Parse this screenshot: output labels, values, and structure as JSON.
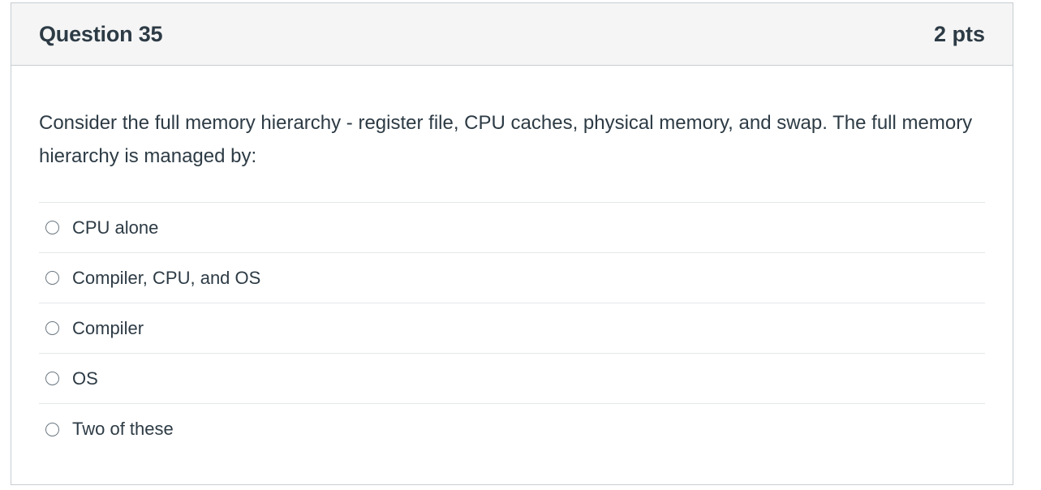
{
  "question": {
    "title": "Question 35",
    "points": "2 pts",
    "text": "Consider the full memory hierarchy - register file, CPU caches, physical memory, and swap. The full memory hierarchy is managed by:"
  },
  "answers": [
    {
      "label": "CPU alone",
      "selected": false
    },
    {
      "label": "Compiler, CPU, and OS",
      "selected": false
    },
    {
      "label": "Compiler",
      "selected": false
    },
    {
      "label": "OS",
      "selected": false
    },
    {
      "label": "Two of these",
      "selected": false
    }
  ]
}
